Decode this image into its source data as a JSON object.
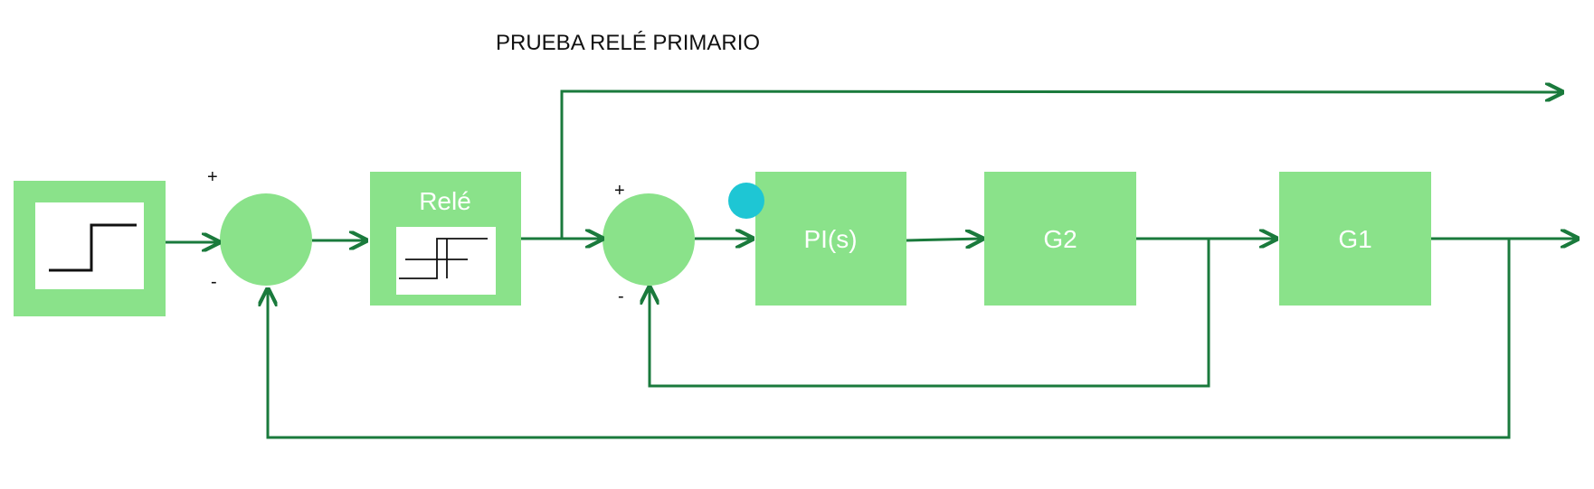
{
  "title": "PRUEBA RELÉ PRIMARIO",
  "colors": {
    "block_fill": "#8ae28a",
    "wire": "#1a7a3c",
    "marker_dot": "#1ec6d4",
    "icon_bg": "#ffffff",
    "icon_stroke": "#111111"
  },
  "blocks": {
    "step_source": {
      "label": "",
      "icon": "step-function-icon"
    },
    "relay": {
      "label": "Relé",
      "icon": "relay-hysteresis-icon"
    },
    "pi": {
      "label": "PI(s)"
    },
    "g2": {
      "label": "G2"
    },
    "g1": {
      "label": "G1"
    }
  },
  "summing_junctions": {
    "outer": {
      "plus_sign": "+",
      "minus_sign": "-"
    },
    "inner": {
      "plus_sign": "+",
      "minus_sign": "-"
    }
  }
}
